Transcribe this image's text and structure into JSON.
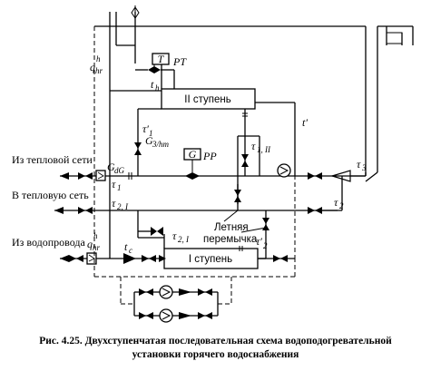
{
  "labels": {
    "from_heat_network": "Из тепловой сети",
    "to_heat_network": "В тепловую сеть",
    "from_water_supply": "Из водопровода",
    "stage_2": "II ступень",
    "stage_1": "I ступень",
    "summer_bridge_1": "Летняя",
    "summer_bridge_2": "перемычка",
    "rt": "PT",
    "rr": "PP",
    "t_box": "T",
    "g_box": "G"
  },
  "symbols": {
    "q_top": "q",
    "q_top_sup": "h",
    "q_top_sub": "hr",
    "q_bot": "q",
    "q_bot_sup": "h",
    "q_bot_sub": "hr",
    "t_h": "t",
    "t_h_sub": "h",
    "t_c": "t",
    "t_c_sub": "c",
    "t_prime": "t′",
    "tau1_prime": "τ′",
    "tau1_prime_sub": "1",
    "g_3hm": "G",
    "g_3hm_sub": "3/hm",
    "tau1_ii": "τ",
    "tau1_ii_sub": "1, II",
    "g_d": "G",
    "g_d_sub": "dG",
    "tau1": "τ",
    "tau1_sub": "1",
    "tau3": "τ",
    "tau3_sub": "3",
    "tau2_i": "τ",
    "tau2_i_sub": "2, I",
    "tau2": "τ",
    "tau2_sub": "2",
    "tau2_i_b": "τ",
    "tau2_i_b_sub": "2, I",
    "tau2_prime": "τ′",
    "tau2_prime_sub": "2"
  },
  "caption": {
    "line1": "Рис. 4.25. Двухступенчатая последовательная схема водоподогревательной",
    "line2": "установки горячего водоснабжения"
  },
  "icons": [
    "valve-icon",
    "pump-icon",
    "check-valve-icon",
    "filter-icon",
    "water-meter-icon",
    "elevator-icon",
    "tank-icon",
    "thermostat-icon",
    "flow-regulator-icon"
  ]
}
